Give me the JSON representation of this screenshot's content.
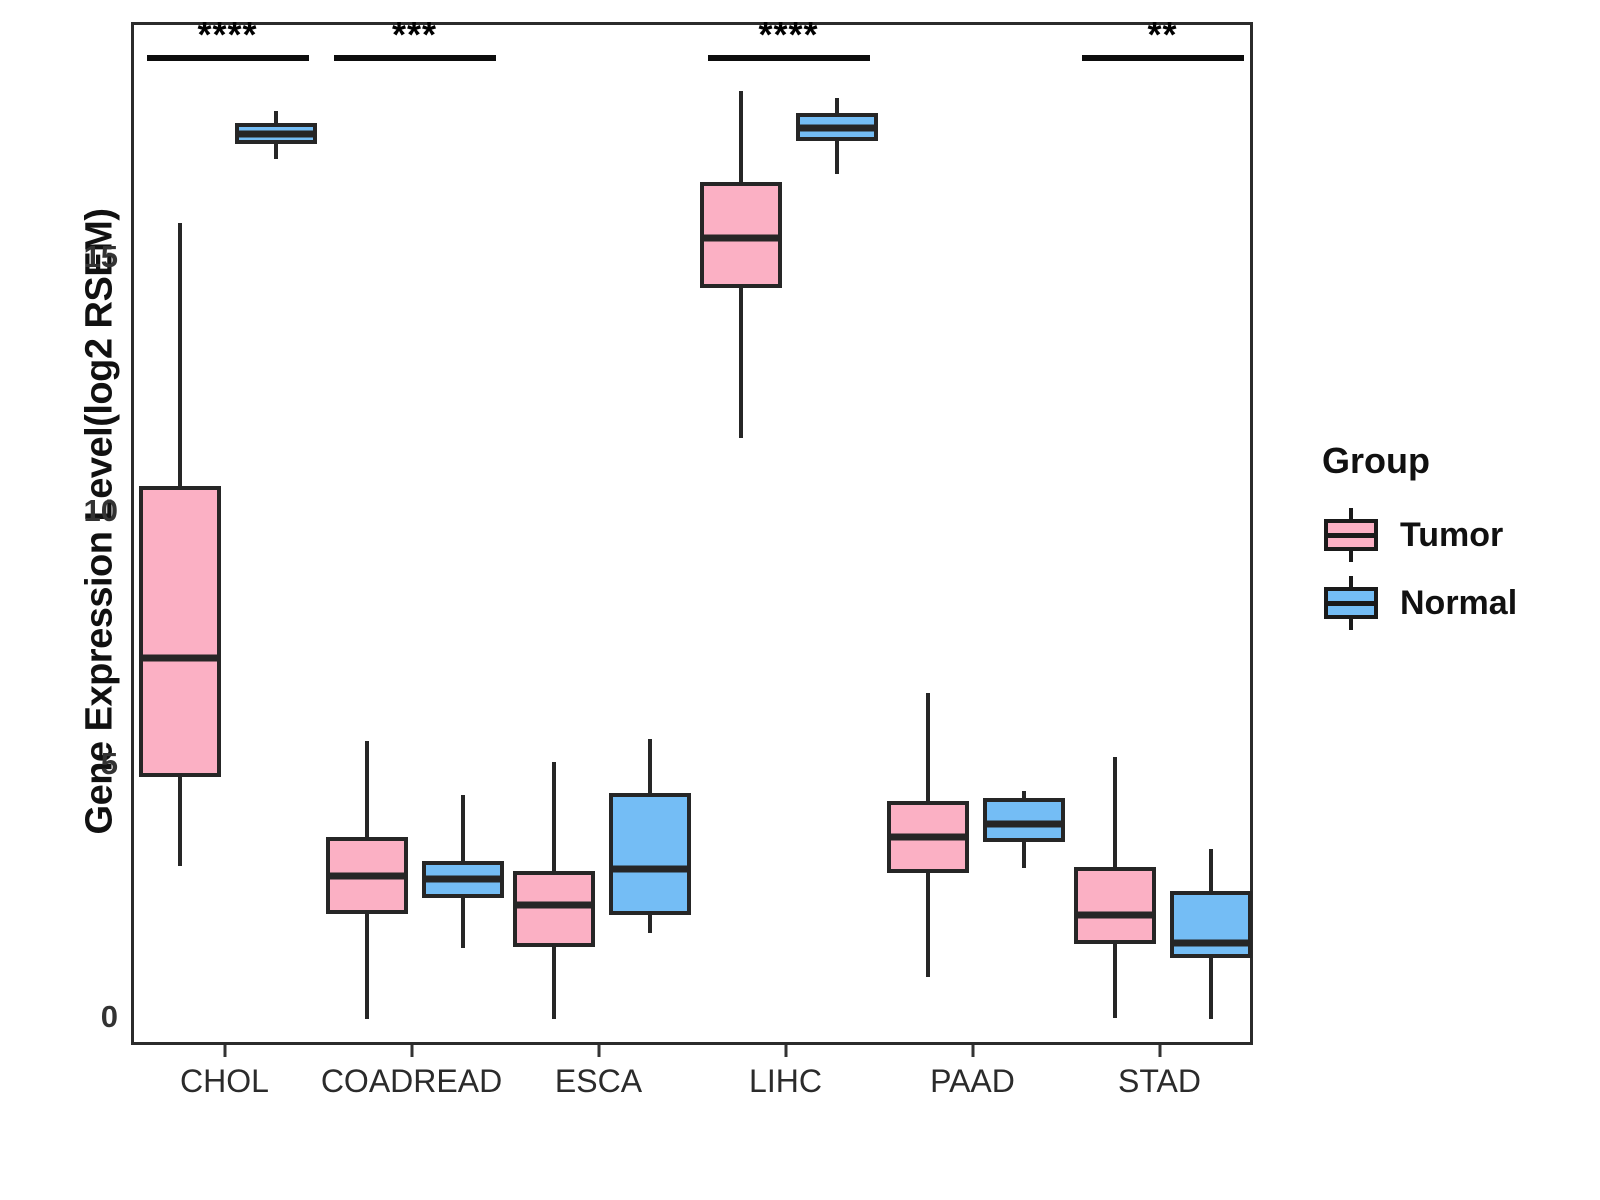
{
  "chart_data": {
    "type": "box",
    "title": "",
    "xlabel": "",
    "ylabel": "Gene Expression Level(log2 RSEM)",
    "ylim": [
      -0.55,
      19.65
    ],
    "yticks": [
      0,
      5,
      10,
      15
    ],
    "ytick_labels": [
      "0",
      "5",
      "10",
      "15"
    ],
    "grid": false,
    "categories": [
      "CHOL",
      "COADREAD",
      "ESCA",
      "LIHC",
      "PAAD",
      "STAD"
    ],
    "legend": {
      "title": "Group",
      "position": "right",
      "entries": [
        {
          "name": "Tumor",
          "color": "#fbb0c4"
        },
        {
          "name": "Normal",
          "color": "#74bdf5"
        }
      ]
    },
    "series": [
      {
        "name": "Tumor",
        "color": "#fbb0c4",
        "boxes": [
          {
            "category": "CHOL",
            "whisker_low": 3.05,
            "q1": 4.8,
            "median": 7.15,
            "q3": 10.55,
            "whisker_high": 15.75
          },
          {
            "category": "COADREAD",
            "whisker_low": 0.02,
            "q1": 2.1,
            "median": 2.85,
            "q3": 3.62,
            "whisker_high": 5.52
          },
          {
            "category": "ESCA",
            "whisker_low": 0.02,
            "q1": 1.45,
            "median": 2.28,
            "q3": 2.95,
            "whisker_high": 5.1
          },
          {
            "category": "LIHC",
            "whisker_low": 11.5,
            "q1": 14.45,
            "median": 15.45,
            "q3": 16.55,
            "whisker_high": 18.35
          },
          {
            "category": "PAAD",
            "whisker_low": 0.85,
            "q1": 2.9,
            "median": 3.62,
            "q3": 4.32,
            "whisker_high": 6.45
          },
          {
            "category": "STAD",
            "whisker_low": 0.05,
            "q1": 1.5,
            "median": 2.08,
            "q3": 3.02,
            "whisker_high": 5.2
          }
        ]
      },
      {
        "name": "Normal",
        "color": "#74bdf5",
        "boxes": [
          {
            "category": "CHOL",
            "whisker_low": 17.0,
            "q1": 17.3,
            "median": 17.5,
            "q3": 17.72,
            "whisker_high": 17.95
          },
          {
            "category": "COADREAD",
            "whisker_low": 1.42,
            "q1": 2.42,
            "median": 2.78,
            "q3": 3.15,
            "whisker_high": 4.45
          },
          {
            "category": "ESCA",
            "whisker_low": 1.72,
            "q1": 2.08,
            "median": 2.98,
            "q3": 4.48,
            "whisker_high": 5.55
          },
          {
            "category": "LIHC",
            "whisker_low": 16.7,
            "q1": 17.35,
            "median": 17.62,
            "q3": 17.92,
            "whisker_high": 18.2
          },
          {
            "category": "PAAD",
            "whisker_low": 3.0,
            "q1": 3.52,
            "median": 3.88,
            "q3": 4.38,
            "whisker_high": 4.52
          },
          {
            "category": "STAD",
            "whisker_low": 0.02,
            "q1": 1.22,
            "median": 1.52,
            "q3": 2.55,
            "whisker_high": 3.38
          }
        ]
      }
    ],
    "significance": [
      {
        "category": "CHOL",
        "label": "****",
        "y": 19.05
      },
      {
        "category": "COADREAD",
        "label": "***",
        "y": 19.05
      },
      {
        "category": "ESCA",
        "label": "",
        "y": null
      },
      {
        "category": "LIHC",
        "label": "****",
        "y": 19.05
      },
      {
        "category": "PAAD",
        "label": "",
        "y": null
      },
      {
        "category": "STAD",
        "label": "**",
        "y": 19.05
      }
    ]
  }
}
